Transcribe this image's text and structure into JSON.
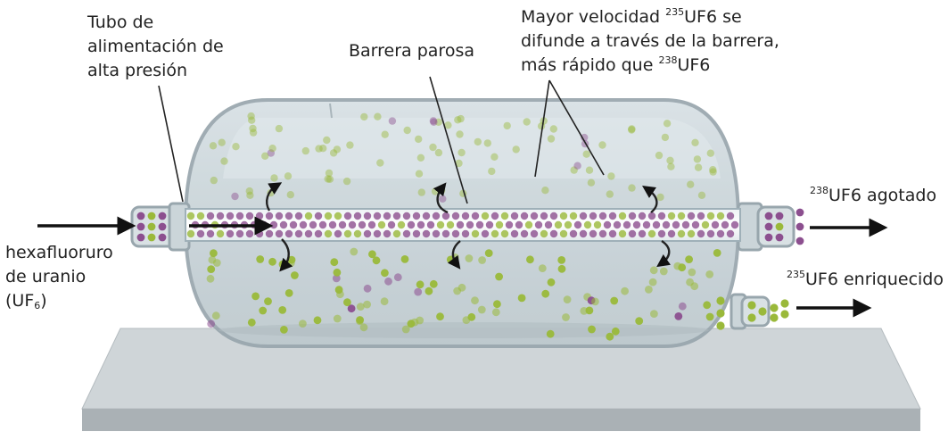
{
  "labels": {
    "feed_tube": [
      "Tubo de",
      "alimentación de",
      "alta presión"
    ],
    "barrier": "Barrera parosa",
    "diffusion_note": {
      "line1_a": "Mayor velocidad ",
      "line1_sup": "235",
      "line1_b": "UF6 se",
      "line2": "difunde a través de la barrera,",
      "line3_a": "más rápido que ",
      "line3_sup": "238",
      "line3_b": "UF6"
    },
    "input": {
      "line1": "hexafluoruro",
      "line2": "de uranio",
      "line3_a": "(UF",
      "line3_sub": "6",
      "line3_b": ")"
    },
    "depleted": {
      "sup": "238",
      "text": "UF6 agotado"
    },
    "enriched": {
      "sup": "235",
      "text": "UF6 enriquecido"
    }
  },
  "colors": {
    "green_particle": "#9ab93a",
    "purple_particle": "#8c4f8f",
    "cylinder_fill": "#c9d4d9",
    "cylinder_stroke": "#98a6ad",
    "platform_top": "#cfd5d8",
    "platform_front": "#aab1b5",
    "arrow": "#111111"
  }
}
